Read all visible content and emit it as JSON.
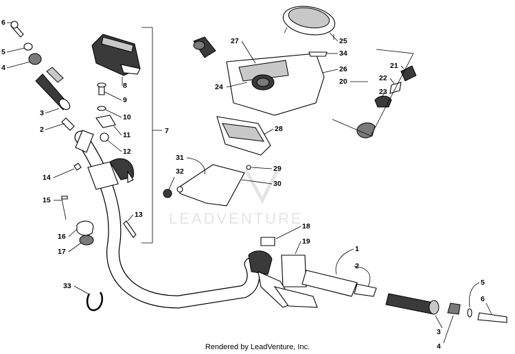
{
  "watermark": "LEADVENTURE",
  "footer": "Rendered by LeadVenture, Inc.",
  "callouts": [
    "6",
    "5",
    "4",
    "3",
    "2",
    "8",
    "9",
    "10",
    "11",
    "12",
    "7",
    "14",
    "15",
    "13",
    "16",
    "17",
    "33",
    "27",
    "25",
    "34",
    "26",
    "24",
    "21",
    "22",
    "23",
    "20",
    "28",
    "31",
    "32",
    "29",
    "30",
    "18",
    "19",
    "1",
    "2",
    "5",
    "6",
    "3",
    "4"
  ]
}
